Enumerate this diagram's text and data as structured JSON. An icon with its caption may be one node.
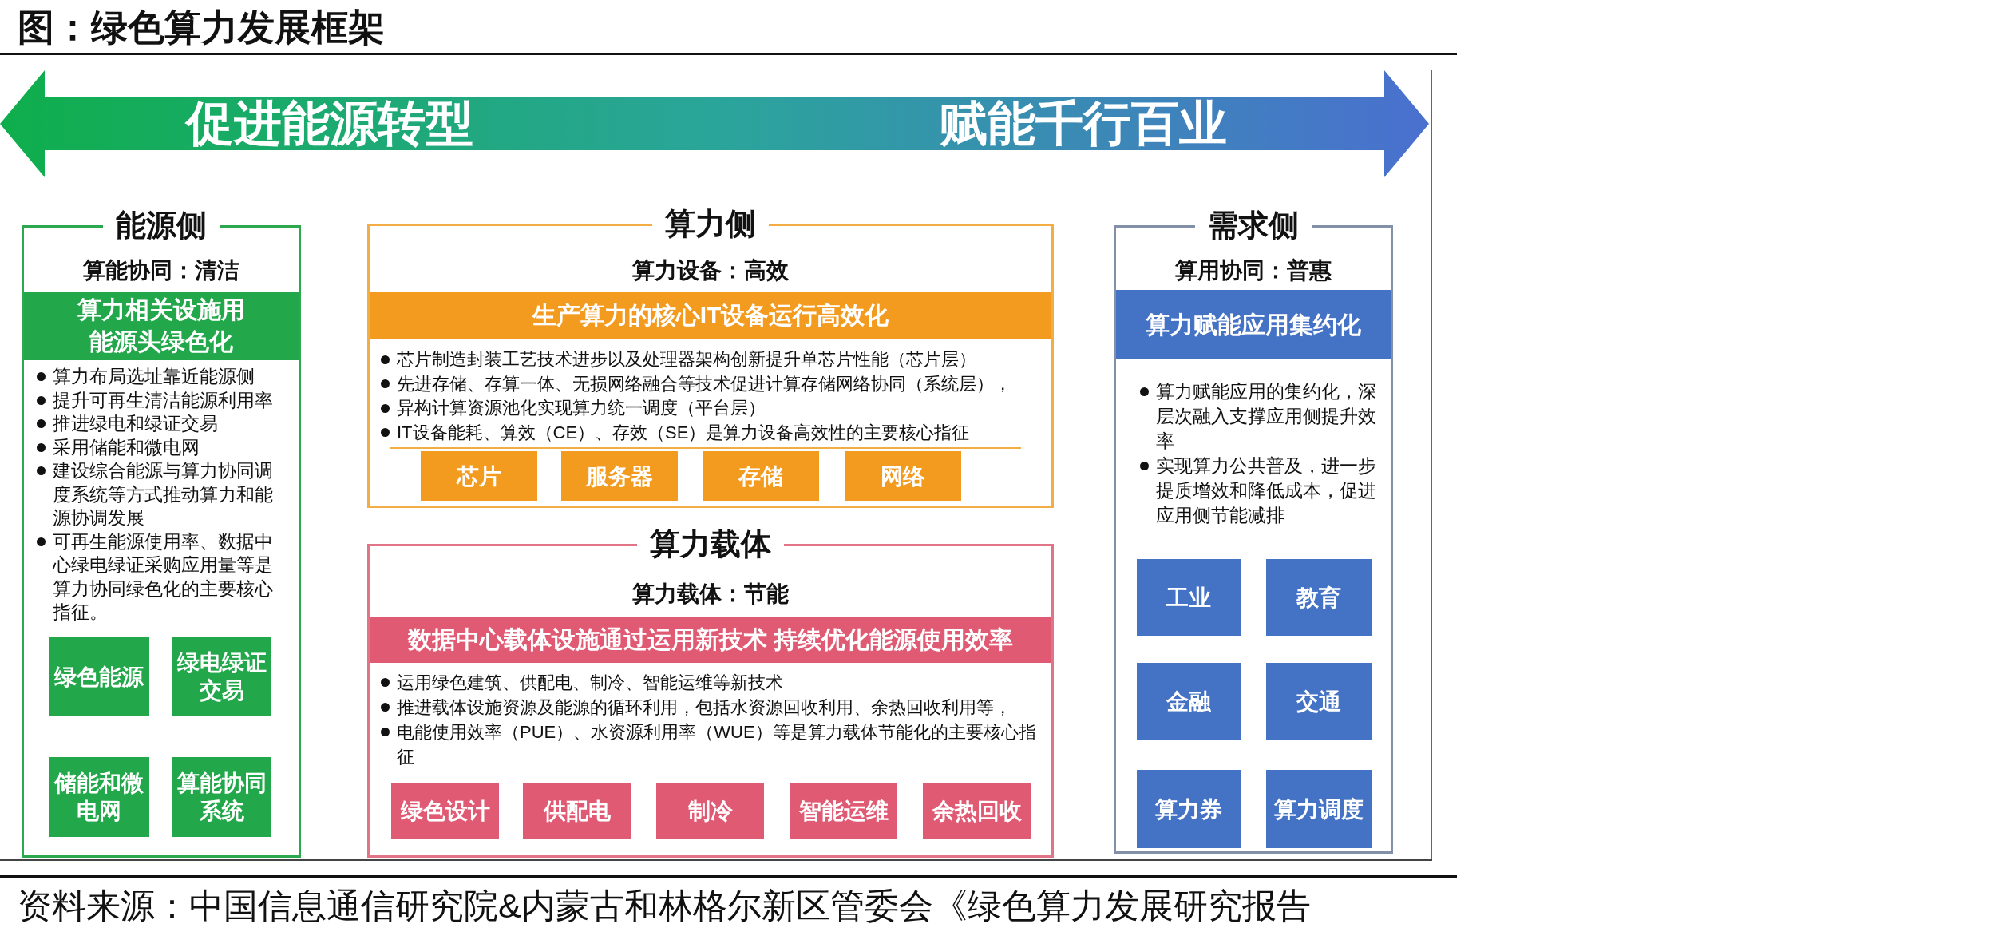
{
  "diagram": {
    "title": "图：绿色算力发展框架",
    "nodes": [
      {
        "text": [
          "促进能源转型",
          "赋能千行百业"
        ]
      },
      {
        "text": [
          "能源侧",
          "算能协同：清洁",
          "算力布局选址靠近能源侧",
          "提升可再生清洁能源利用率",
          "推进绿电和绿证交易",
          "采用储能和微电网",
          "建设综合能源与算力协同调度系统等方式推动算力和能源协调发展",
          "可再生能源使用率、数据中心绿电绿证采购应用量等是算力协同绿色化的主要核心指征。"
        ]
      },
      {
        "text": [
          "算力相关设施用能源头绿色化"
        ],
        "in": 1
      },
      {
        "text": [
          "绿色能源"
        ],
        "in": 1
      },
      {
        "text": [
          "绿电绿证交易"
        ],
        "in": 1
      },
      {
        "text": [
          "储能和微电网"
        ],
        "in": 1
      },
      {
        "text": [
          "算能协同系统"
        ],
        "in": 1
      },
      {
        "text": [
          "算力侧",
          "算力设备：高效",
          "芯片制造封装工艺技术进步以及处理器架构创新提升单芯片性能（芯片层）",
          "先进存储、存算一体、无损网络融合等技术促进计算存储网络协同（系统层），",
          "异构计算资源池化实现算力统一调度（平台层）",
          "IT设备能耗、算效（CE）、存效（SE）是算力设备高效性的主要核心指征"
        ]
      },
      {
        "text": [
          "生产算力的核心IT设备运行高效化"
        ],
        "in": 7
      },
      {
        "text": [
          "芯片"
        ],
        "in": 7
      },
      {
        "text": [
          "服务器"
        ],
        "in": 7
      },
      {
        "text": [
          "存储"
        ],
        "in": 7
      },
      {
        "text": [
          "网络"
        ],
        "in": 7
      },
      {
        "text": [
          "算力载体",
          "算力载体：节能",
          "运用绿色建筑、供配电、制冷、智能运维等新技术",
          "推进载体设施资源及能源的循环利用，包括水资源回收利用、余热回收利用等，",
          "电能使用效率（PUE）、水资源利用率（WUE）等是算力载体节能化的主要核心指征"
        ]
      },
      {
        "text": [
          "数据中心载体设施通过运用新技术 持续优化能源使用效率"
        ],
        "in": 13
      },
      {
        "text": [
          "绿色设计"
        ],
        "in": 13
      },
      {
        "text": [
          "供配电"
        ],
        "in": 13
      },
      {
        "text": [
          "制冷"
        ],
        "in": 13
      },
      {
        "text": [
          "智能运维"
        ],
        "in": 13
      },
      {
        "text": [
          "余热回收"
        ],
        "in": 13
      },
      {
        "text": [
          "需求侧",
          "算用协同：普惠",
          "算力赋能应用的集约化，深层次融入支撑应用侧提升效率",
          "实现算力公共普及，进一步提质增效和降低成本，促进应用侧节能减排"
        ]
      },
      {
        "text": [
          "算力赋能应用集约化"
        ],
        "in": 20
      },
      {
        "text": [
          "工业"
        ],
        "in": 20
      },
      {
        "text": [
          "教育"
        ],
        "in": 20
      },
      {
        "text": [
          "金融"
        ],
        "in": 20
      },
      {
        "text": [
          "交通"
        ],
        "in": 20
      },
      {
        "text": [
          "算力券"
        ],
        "in": 20
      },
      {
        "text": [
          "算力调度"
        ],
        "in": 20
      }
    ],
    "caption": "资料来源：中国信息通信研究院&内蒙古和林格尔新区管委会《绿色算力发展研究报告"
  }
}
